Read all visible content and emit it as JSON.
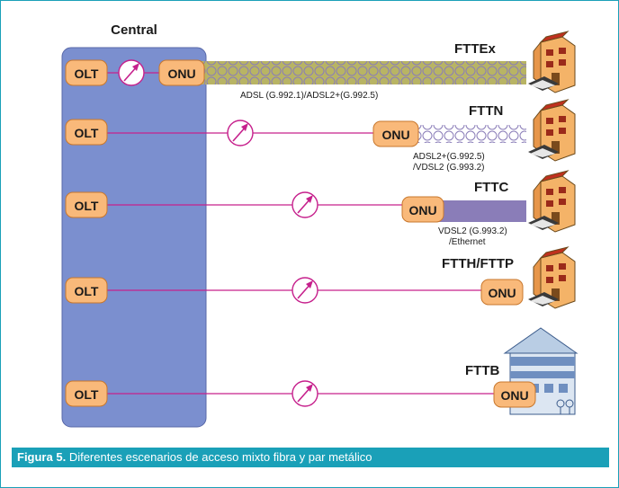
{
  "central_label": "Central",
  "olt_label": "OLT",
  "onu_label": "ONU",
  "rows": [
    {
      "name": "FTTEx",
      "note": [
        "ADSL (G.992.1)/ADSL2+(G.992.5)"
      ]
    },
    {
      "name": "FTTN",
      "note": [
        "ADSL2+(G.992.5)",
        "/VDSL2 (G.993.2)"
      ]
    },
    {
      "name": "FTTC",
      "note": [
        "VDSL2 (G.993.2)",
        "/Ethernet"
      ]
    },
    {
      "name": "FTTH/FTTP",
      "note": []
    },
    {
      "name": "FTTB",
      "note": []
    }
  ],
  "caption": {
    "prefix": "Figura 5.",
    "text": "Diferentes escenarios de acceso mixto fibra y par metálico"
  },
  "colors": {
    "central": "#7b8fcf",
    "node_fill": "#f9b97a",
    "fiber": "#c6208c",
    "copper_fill": "#b8b464",
    "copper_loop": "#8a7db8",
    "caption_bar": "#1aa0b8"
  },
  "icons": {
    "splitter": "splitter-icon",
    "house": "house-icon",
    "building": "building-icon"
  }
}
